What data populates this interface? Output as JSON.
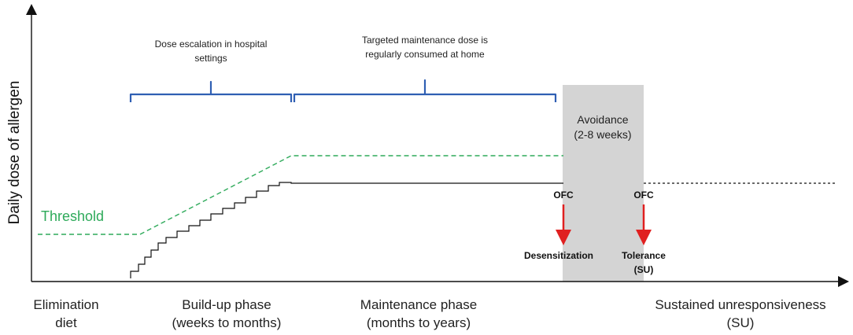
{
  "y_axis_label": "Daily dose of allergen",
  "threshold_label": "Threshold",
  "brace_escalation": [
    "Dose escalation in hospital",
    "settings"
  ],
  "brace_maintenance": [
    "Targeted maintenance dose is",
    "regularly consumed at home"
  ],
  "avoidance": [
    "Avoidance",
    "(2-8 weeks)"
  ],
  "ofc_label": "OFC",
  "desensitization_label": "Desensitization",
  "tolerance_label": [
    "Tolerance",
    "(SU)"
  ],
  "phases": {
    "elimination": [
      "Elimination",
      "diet"
    ],
    "buildup": [
      "Build-up phase",
      "(weeks to months)"
    ],
    "maintenance": [
      "Maintenance phase",
      "(months to years)"
    ],
    "sustained": [
      "Sustained unresponsiveness",
      "(SU)"
    ]
  },
  "colors": {
    "threshold_green": "#2eaa5a",
    "brace_blue": "#2f5fb3",
    "arrow_red": "#e02020",
    "avoidance_gray": "#d4d4d4"
  }
}
